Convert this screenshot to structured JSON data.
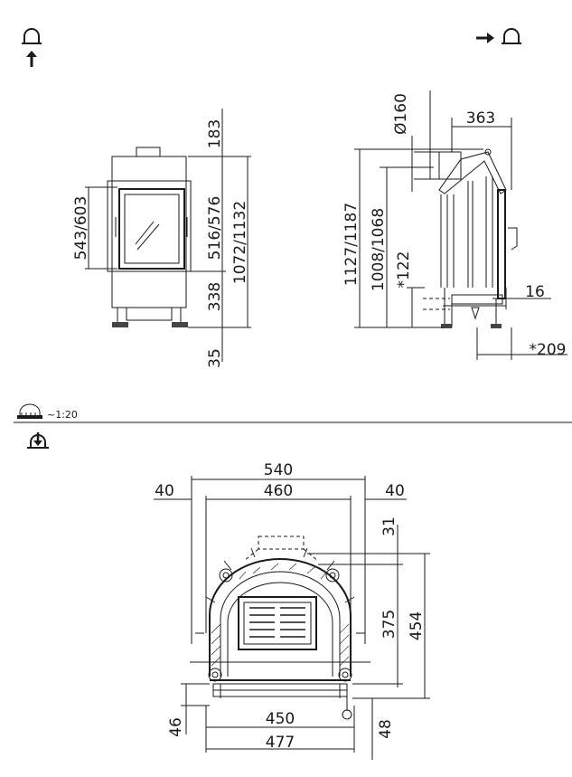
{
  "front_view": {
    "dims": {
      "top": "183",
      "glass_height": "543/603",
      "door_height": "516/576",
      "overall_height": "1072/1132",
      "base": "338",
      "feet": "35"
    }
  },
  "side_view": {
    "dims": {
      "flue": "Ø160",
      "depth_top": "363",
      "height_outer": "1127/1187",
      "height_inner": "1008/1068",
      "air_inlet": "*122",
      "side_gap": "16",
      "bottom_offset": "*209"
    }
  },
  "scale": {
    "label": "~1:20"
  },
  "plan_view": {
    "dims": {
      "overall_width": "540",
      "inner_width": "460",
      "left_margin": "40",
      "right_margin": "40",
      "top_offset": "31",
      "depth_inner": "375",
      "depth_outer": "454",
      "bottom_width_inner": "450",
      "bottom_width_outer": "477",
      "left_depth": "46",
      "right_depth": "48"
    }
  },
  "icons": [
    "front-view-icon",
    "arrow-up-icon",
    "side-view-icon",
    "arrow-right-icon",
    "scale-ruler-icon",
    "top-view-icon"
  ]
}
